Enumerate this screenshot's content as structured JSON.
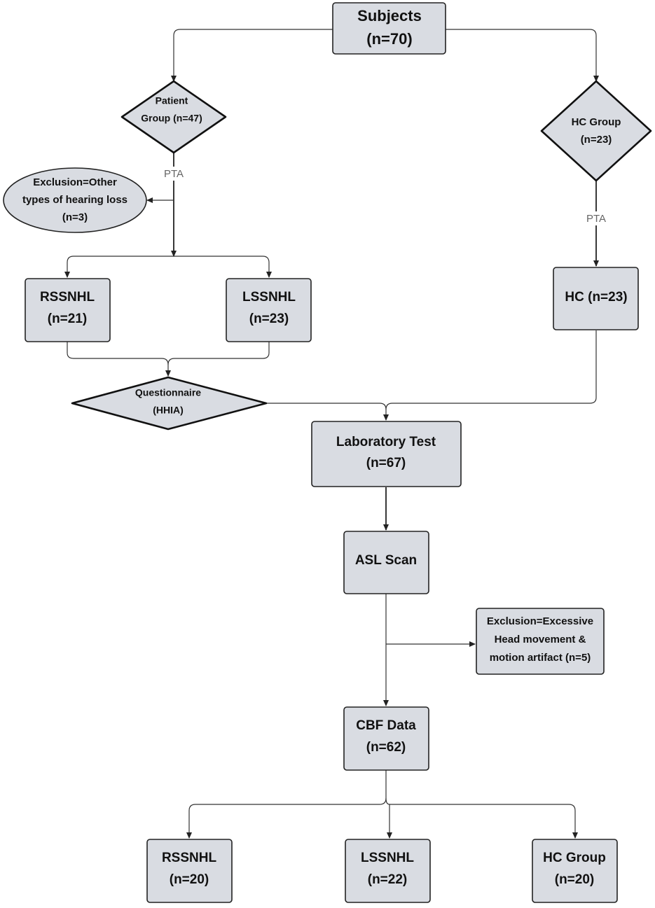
{
  "nodes": {
    "subjects": [
      "Subjects",
      "(n=70)"
    ],
    "patient_group": [
      "Patient",
      "Group (n=47)"
    ],
    "hc_group": [
      "HC Group",
      "(n=23)"
    ],
    "exclusion_hearing": [
      "Exclusion=Other",
      "types of hearing loss",
      "(n=3)"
    ],
    "rssnhl": [
      "RSSNHL",
      "(n=21)"
    ],
    "lssnhl": [
      "LSSNHL",
      "(n=23)"
    ],
    "hc": [
      "HC (n=23)"
    ],
    "questionnaire": [
      "Questionnaire",
      "(HHIA)"
    ],
    "laboratory_test": [
      "Laboratory Test",
      "(n=67)"
    ],
    "asl_scan": [
      "ASL Scan"
    ],
    "exclusion_motion": [
      "Exclusion=Excessive",
      "Head movement &",
      "motion artifact (n=5)"
    ],
    "cbf_data": [
      "CBF Data",
      "(n=62)"
    ],
    "rssnhl_final": [
      "RSSNHL",
      "(n=20)"
    ],
    "lssnhl_final": [
      "LSSNHL",
      "(n=22)"
    ],
    "hc_group_final": [
      "HC Group",
      "(n=20)"
    ]
  },
  "edge_labels": {
    "pta_left": "PTA",
    "pta_right": "PTA"
  }
}
